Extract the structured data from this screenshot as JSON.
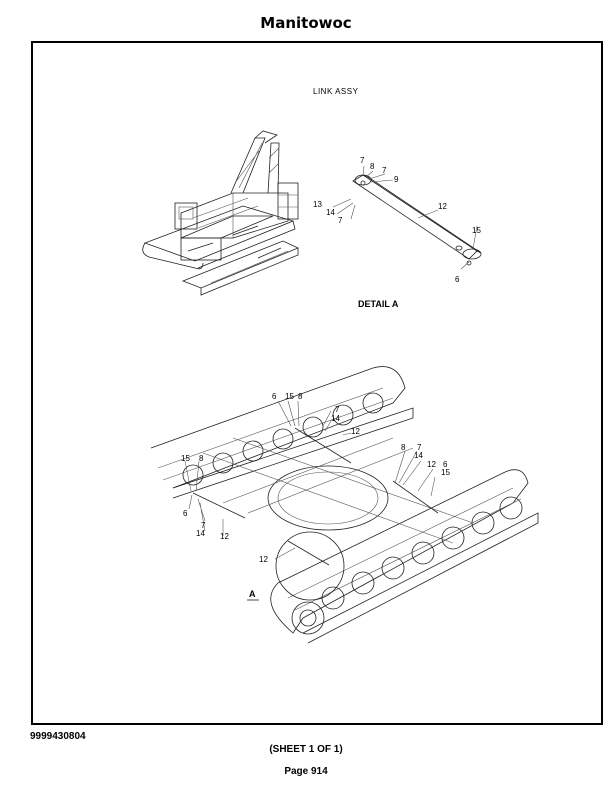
{
  "header": {
    "brand": "Manitowoc"
  },
  "drawing": {
    "title": "LINK ASSY",
    "detail_label": "DETAIL A",
    "view_marker": "A",
    "detail_callouts": {
      "c7a": "7",
      "c8": "8",
      "c7b": "7",
      "c9": "9",
      "c13": "13",
      "c14": "14",
      "c7c": "7",
      "c12": "12",
      "c15": "15",
      "c6": "6"
    },
    "main_callouts": {
      "m6a": "6",
      "m15a": "15",
      "m8a": "8",
      "m7a": "7",
      "m14a": "14",
      "m12a": "12",
      "m15b": "15",
      "m8b": "8",
      "m6b": "6",
      "m7b": "7",
      "m14b": "14",
      "m12b": "12",
      "m8c": "8",
      "m7c": "7",
      "m14c": "14",
      "m12c": "12",
      "m6c": "6",
      "m15c": "15",
      "m12d": "12"
    }
  },
  "footer": {
    "part_number": "9999430804",
    "sheet": "(SHEET 1 OF 1)",
    "page": "Page 914"
  }
}
